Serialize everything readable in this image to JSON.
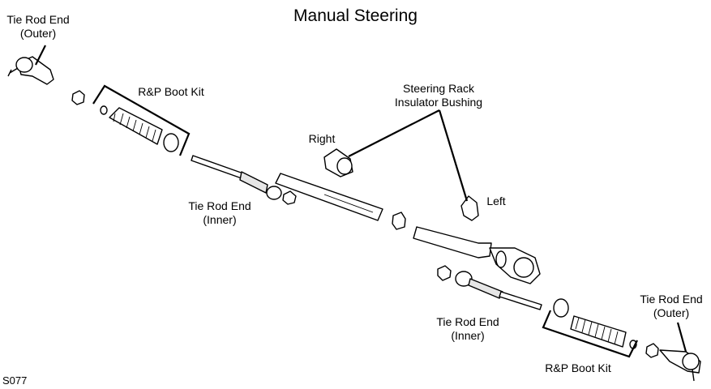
{
  "title": "Manual Steering",
  "figure_code": "S077",
  "labels": {
    "tie_rod_end_outer_left": [
      "Tie Rod End",
      "(Outer)"
    ],
    "rp_boot_kit_left": "R&P Boot Kit",
    "tie_rod_end_inner_left": [
      "Tie Rod End",
      "(Inner)"
    ],
    "insulator_bushing": [
      "Steering Rack",
      "Insulator Bushing"
    ],
    "right": "Right",
    "left": "Left",
    "tie_rod_end_inner_right": [
      "Tie Rod End",
      "(Inner)"
    ],
    "tie_rod_end_outer_right": [
      "Tie Rod End",
      "(Outer)"
    ],
    "rp_boot_kit_right": "R&P Boot Kit"
  }
}
